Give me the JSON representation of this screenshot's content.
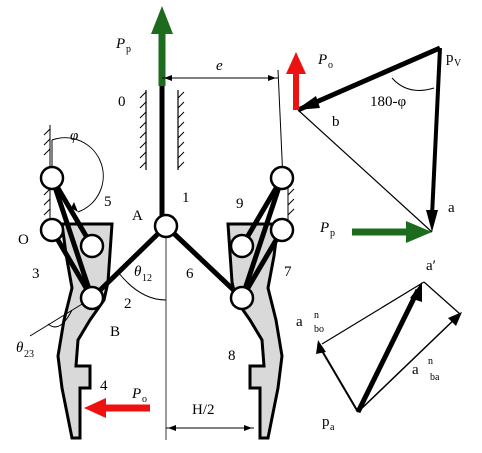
{
  "labels": {
    "pp_main": "P",
    "pp_main_sub": "p",
    "e": "e",
    "link0": "0",
    "link1": "1",
    "link2": "2",
    "link3": "3",
    "link4": "4",
    "link5": "5",
    "link6": "6",
    "link7": "7",
    "link8": "8",
    "link9": "9",
    "phi": "φ",
    "jointA": "A",
    "jointO": "O",
    "jointB": "B",
    "theta12": "θ",
    "theta12_sub": "12",
    "theta23": "θ",
    "theta23_sub": "23",
    "po_bottom": "P",
    "po_bottom_sub": "o",
    "h_half": "H/2",
    "po_top": "P",
    "po_top_sub": "o",
    "pv": "p",
    "pv_sub": "V",
    "b": "b",
    "angle": "180-φ",
    "a": "a",
    "pp_right": "P",
    "pp_right_sub": "p",
    "a_prime": "a′",
    "a_bo": "a",
    "a_bo_sup": "n",
    "a_bo_sub": "bo",
    "a_ba": "a",
    "a_ba_sup": "n",
    "a_ba_sub": "ba",
    "pa": "p",
    "pa_sub": "a"
  },
  "colors": {
    "green_arrow": "#1d6b1d",
    "red_arrow": "#ee1111",
    "gripper_fill": "#d9d9d9",
    "line": "#000000"
  }
}
